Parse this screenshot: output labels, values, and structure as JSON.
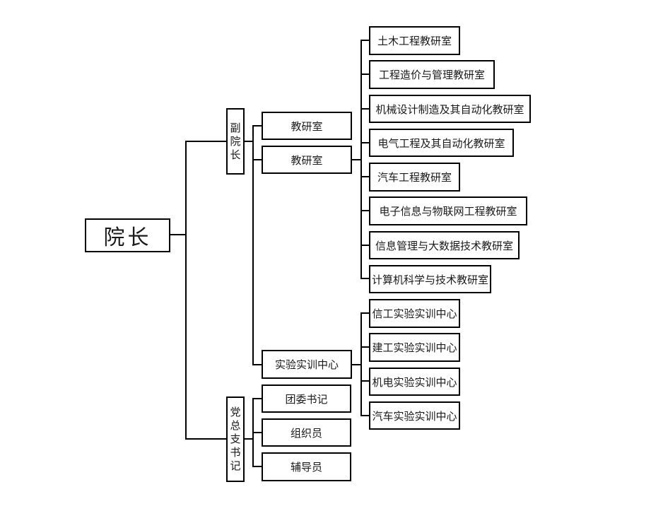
{
  "root": {
    "label": "院长"
  },
  "vice_dean": {
    "label": "副院长",
    "chars": [
      "副",
      "院",
      "长"
    ],
    "children": [
      {
        "label": "教研室"
      },
      {
        "label": "教研室"
      },
      {
        "label": "实验实训中心"
      }
    ],
    "teaching_offices": [
      {
        "label": "土木工程教研室"
      },
      {
        "label": "工程造价与管理教研室"
      },
      {
        "label": "机械设计制造及其自动化教研室"
      },
      {
        "label": "电气工程及其自动化教研室"
      },
      {
        "label": "汽车工程教研室"
      },
      {
        "label": "电子信息与物联网工程教研室"
      },
      {
        "label": "信息管理与大数据技术教研室"
      },
      {
        "label": "计算机科学与技术教研室"
      }
    ],
    "training_centers": [
      {
        "label": "信工实验实训中心"
      },
      {
        "label": "建工实验实训中心"
      },
      {
        "label": "机电实验实训中心"
      },
      {
        "label": "汽车实验实训中心"
      }
    ]
  },
  "party_secretary": {
    "label": "党总支书记",
    "chars": [
      "党",
      "总",
      "支",
      "书",
      "记"
    ],
    "children": [
      {
        "label": "团委书记"
      },
      {
        "label": "组织员"
      },
      {
        "label": "辅导员"
      }
    ]
  }
}
